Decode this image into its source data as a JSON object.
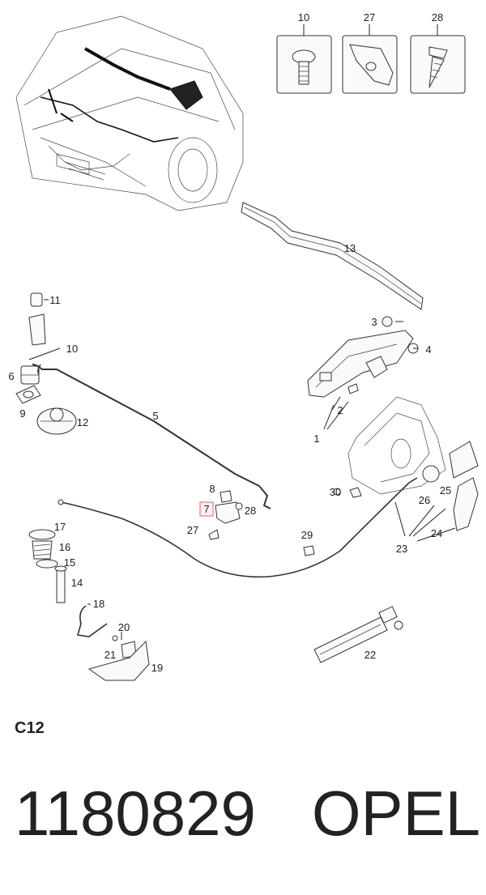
{
  "section_code": "C12",
  "part_number": "1180829",
  "brand": "OPEL",
  "highlighted_callout": "7",
  "highlight_color": "#e06060",
  "callouts": [
    {
      "id": "c10-top",
      "text": "10"
    },
    {
      "id": "c27-top",
      "text": "27"
    },
    {
      "id": "c28-top",
      "text": "28"
    },
    {
      "id": "c13",
      "text": "13"
    },
    {
      "id": "c11",
      "text": "11"
    },
    {
      "id": "c10",
      "text": "10"
    },
    {
      "id": "c6",
      "text": "6"
    },
    {
      "id": "c9",
      "text": "9"
    },
    {
      "id": "c12",
      "text": "12"
    },
    {
      "id": "c5",
      "text": "5"
    },
    {
      "id": "c3",
      "text": "3"
    },
    {
      "id": "c4",
      "text": "4"
    },
    {
      "id": "c2",
      "text": "2"
    },
    {
      "id": "c1",
      "text": "1"
    },
    {
      "id": "c8",
      "text": "8"
    },
    {
      "id": "c7",
      "text": "7"
    },
    {
      "id": "c28",
      "text": "28"
    },
    {
      "id": "c27",
      "text": "27"
    },
    {
      "id": "c17",
      "text": "17"
    },
    {
      "id": "c16",
      "text": "16"
    },
    {
      "id": "c15",
      "text": "15"
    },
    {
      "id": "c14",
      "text": "14"
    },
    {
      "id": "c18",
      "text": "18"
    },
    {
      "id": "c20",
      "text": "20"
    },
    {
      "id": "c21",
      "text": "21"
    },
    {
      "id": "c19",
      "text": "19"
    },
    {
      "id": "c29",
      "text": "29"
    },
    {
      "id": "c30",
      "text": "30"
    },
    {
      "id": "c26",
      "text": "26"
    },
    {
      "id": "c25",
      "text": "25"
    },
    {
      "id": "c24",
      "text": "24"
    },
    {
      "id": "c23",
      "text": "23"
    },
    {
      "id": "c22",
      "text": "22"
    }
  ]
}
